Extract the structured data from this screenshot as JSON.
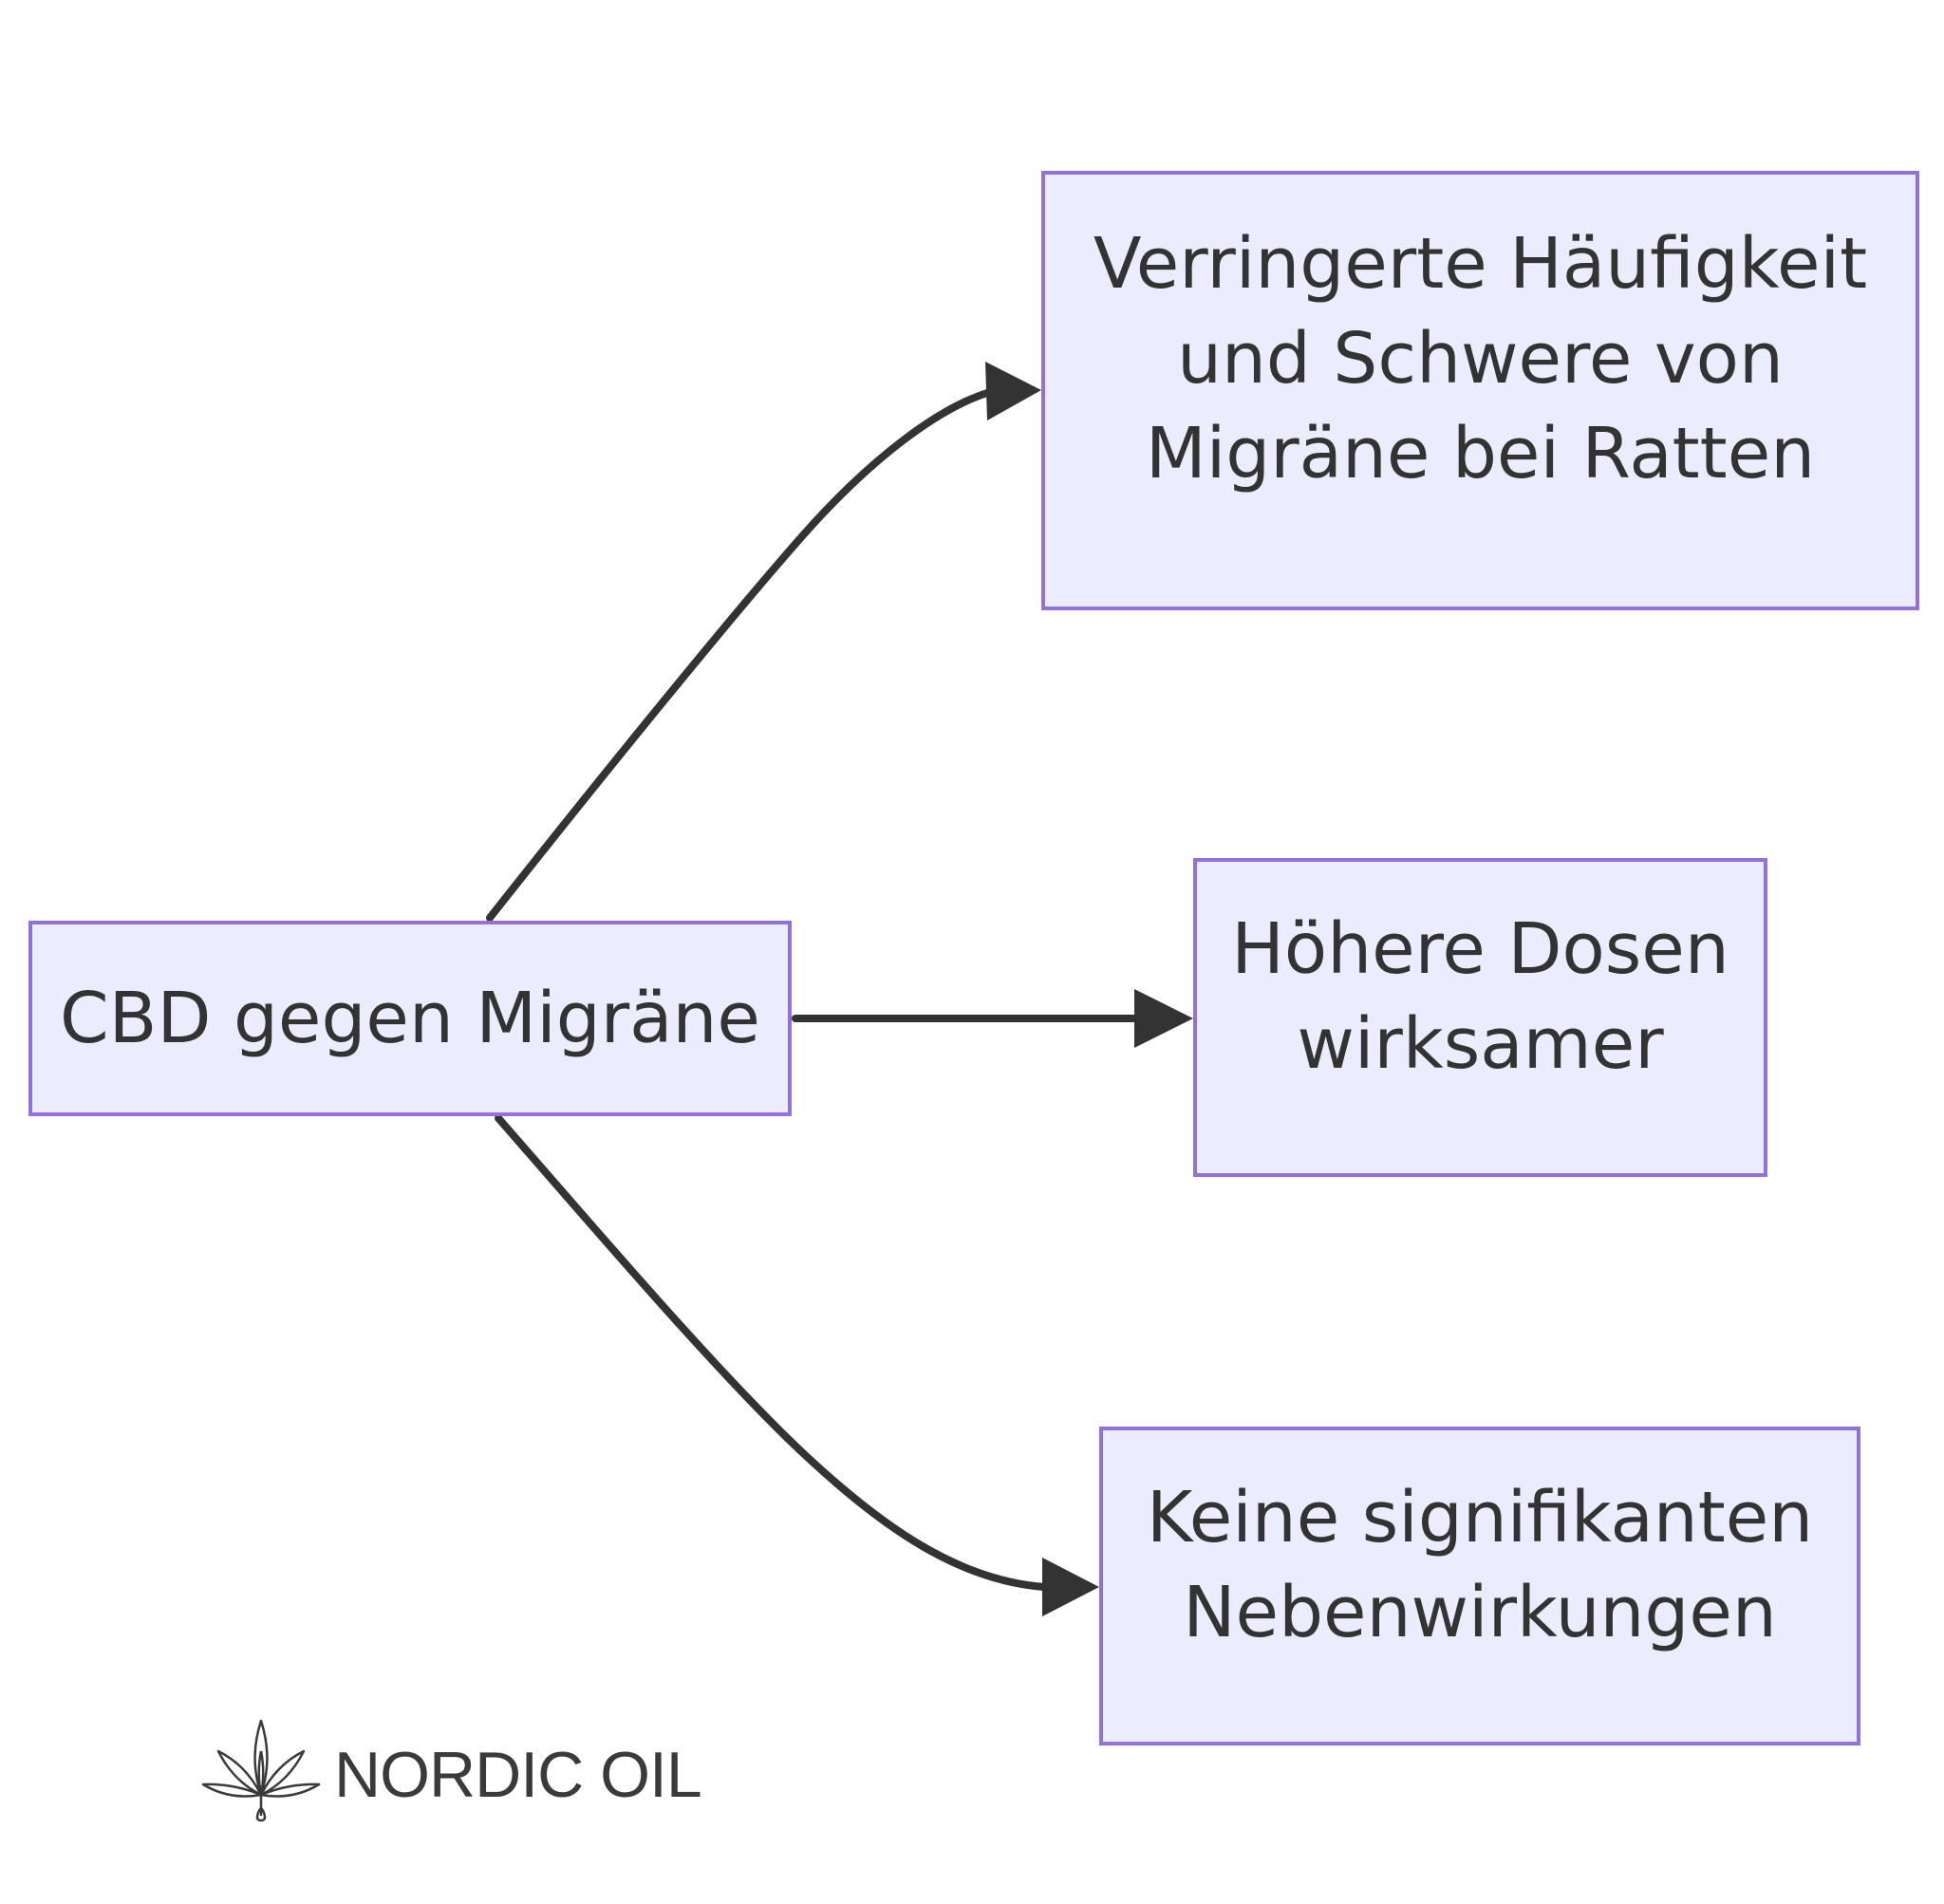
{
  "diagram": {
    "nodes": {
      "root": "CBD gegen Migräne",
      "reduced": "Verringerte Häufigkeit\nund Schwere von\nMigräne bei Ratten",
      "higher_doses": "Höhere Dosen\nwirksamer",
      "no_side_effects": "Keine signifikanten\nNebenwirkungen"
    },
    "edges": [
      {
        "from": "root",
        "to": "reduced"
      },
      {
        "from": "root",
        "to": "higher_doses"
      },
      {
        "from": "root",
        "to": "no_side_effects"
      }
    ],
    "colors": {
      "node_fill": "#ECECFF",
      "node_border": "#9370DB",
      "edge": "#333333",
      "text": "#333333"
    }
  },
  "branding": {
    "logo_icon": "cannabis-leaf-icon",
    "logo_text": "NORDIC OIL"
  }
}
